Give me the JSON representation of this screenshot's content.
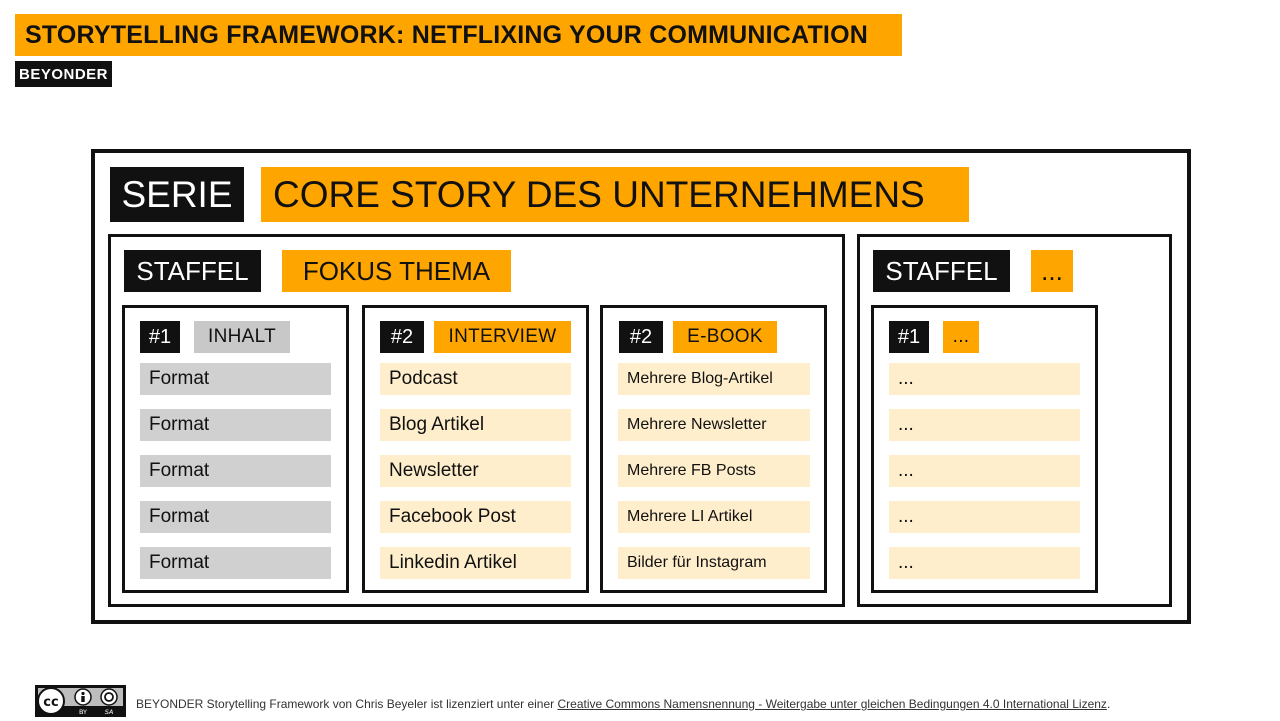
{
  "header": {
    "title": "STORYTELLING FRAMEWORK: NETFLIXING YOUR COMMUNICATION",
    "logo": "BEYONDER"
  },
  "serie": {
    "label": "SERIE",
    "title": "CORE STORY DES UNTERNEHMENS"
  },
  "staffel1": {
    "label": "STAFFEL",
    "title": "FOKUS THEMA",
    "episodes": [
      {
        "num": "#1",
        "tag": "INHALT",
        "items": [
          "Format",
          "Format",
          "Format",
          "Format",
          "Format"
        ]
      },
      {
        "num": "#2",
        "tag": "INTERVIEW",
        "items": [
          "Podcast",
          "Blog Artikel",
          "Newsletter",
          "Facebook Post",
          "Linkedin Artikel"
        ]
      },
      {
        "num": "#2",
        "tag": "E-BOOK",
        "items": [
          "Mehrere Blog-Artikel",
          "Mehrere Newsletter",
          "Mehrere FB Posts",
          "Mehrere LI Artikel",
          "Bilder für Instagram"
        ]
      }
    ]
  },
  "staffel2": {
    "label": "STAFFEL",
    "title": "...",
    "episodes": [
      {
        "num": "#1",
        "tag": "...",
        "items": [
          "...",
          "...",
          "...",
          "...",
          "..."
        ]
      }
    ]
  },
  "footer": {
    "license_text": "BEYONDER Storytelling Framework von Chris Beyeler ist lizenziert unter einer ",
    "license_link": "Creative Commons Namensnennung - Weitergabe unter gleichen Bedingungen 4.0 International Lizenz",
    "license_end": ".",
    "cc_badge": {
      "by": "BY",
      "sa": "SA"
    }
  }
}
